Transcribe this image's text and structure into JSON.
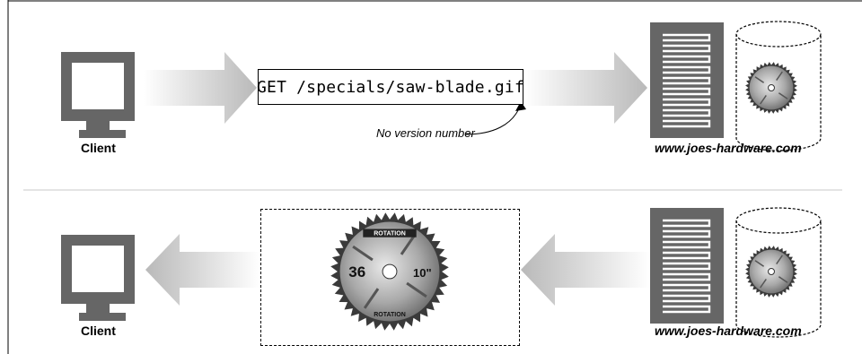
{
  "request": {
    "text": "GET /specials/saw-blade.gif",
    "annotation": "No version number"
  },
  "top_client_label": "Client",
  "top_server_label": "www.joes-hardware.com",
  "bottom_client_label": "Client",
  "bottom_server_label": "www.joes-hardware.com",
  "saw_blade": {
    "brand_top": "ROTATION",
    "brand_bottom": "ROTATION",
    "teeth_label": "36",
    "size_label": "10\""
  },
  "colors": {
    "ink": "#000000",
    "blade_steel": "#b8b8b8",
    "arrow_dark": "#bdbdbd"
  }
}
